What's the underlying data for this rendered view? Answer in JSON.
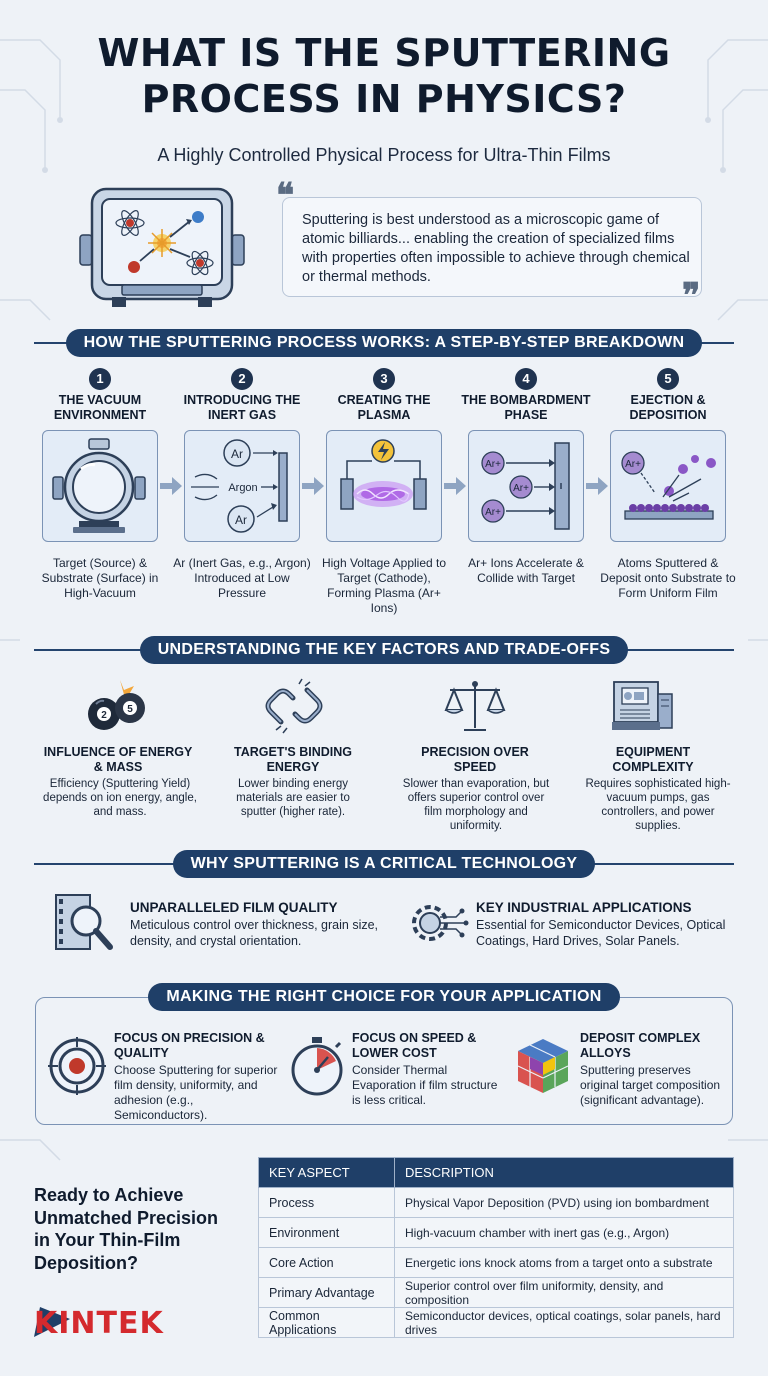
{
  "header": {
    "title_line1": "WHAT IS THE SPUTTERING",
    "title_line2": "PROCESS IN PHYSICS?",
    "subtitle": "A Highly Controlled Physical Process for Ultra-Thin Films"
  },
  "quote": {
    "text": "Sputtering is best understood as a microscopic game of atomic billiards... enabling the creation of specialized films with properties often impossible to achieve through chemical or thermal methods."
  },
  "steps_section": {
    "heading": "HOW THE SPUTTERING PROCESS WORKS: A STEP-BY-STEP BREAKDOWN",
    "steps": [
      {
        "num": "1",
        "title": "THE VACUUM ENVIRONMENT",
        "desc": "Target (Source) & Substrate (Surface) in High-Vacuum"
      },
      {
        "num": "2",
        "title": "INTRODUCING THE INERT GAS",
        "desc": "Ar (Inert Gas, e.g., Argon) Introduced at Low Pressure",
        "labels": [
          "Ar",
          "Argon",
          "Ar"
        ]
      },
      {
        "num": "3",
        "title": "CREATING THE PLASMA",
        "desc": "High Voltage Applied to Target (Cathode), Forming Plasma (Ar+ Ions)"
      },
      {
        "num": "4",
        "title": "THE BOMBARDMENT PHASE",
        "desc": "Ar+ Ions Accelerate & Collide with Target",
        "labels": [
          "Ar+",
          "Ar+",
          "Ar+"
        ]
      },
      {
        "num": "5",
        "title": "EJECTION & DEPOSITION",
        "desc": "Atoms Sputtered & Deposit onto Substrate to Form Uniform Film",
        "labels": [
          "Ar+"
        ]
      }
    ]
  },
  "factors_section": {
    "heading": "UNDERSTANDING THE KEY FACTORS AND TRADE-OFFS",
    "items": [
      {
        "title": "INFLUENCE OF ENERGY & MASS",
        "desc": "Efficiency (Sputtering Yield) depends on ion energy, angle, and mass.",
        "icon": "billiard-balls-icon",
        "ball_labels": [
          "2",
          "5"
        ]
      },
      {
        "title": "TARGET'S BINDING ENERGY",
        "desc": "Lower binding energy materials are easier to sputter (higher rate).",
        "icon": "chain-link-icon"
      },
      {
        "title": "PRECISION OVER SPEED",
        "desc": "Slower than evaporation, but offers superior control over film morphology and uniformity.",
        "icon": "scale-icon"
      },
      {
        "title": "EQUIPMENT COMPLEXITY",
        "desc": "Requires sophisticated high-vacuum pumps, gas controllers, and power supplies.",
        "icon": "equipment-icon"
      }
    ]
  },
  "critical_section": {
    "heading": "WHY SPUTTERING IS A CRITICAL TECHNOLOGY",
    "items": [
      {
        "title": "UNPARALLELED FILM QUALITY",
        "desc": "Meticulous control over thickness, grain size, density, and crystal orientation.",
        "icon": "magnifier-film-icon"
      },
      {
        "title": "KEY INDUSTRIAL APPLICATIONS",
        "desc": "Essential for Semiconductor Devices, Optical Coatings, Hard Drives, Solar Panels.",
        "icon": "gear-circuit-icon"
      }
    ]
  },
  "choice_section": {
    "heading": "MAKING THE RIGHT CHOICE FOR YOUR APPLICATION",
    "items": [
      {
        "title": "FOCUS ON PRECISION & QUALITY",
        "desc": "Choose Sputtering for superior film density, uniformity, and adhesion (e.g., Semiconductors).",
        "icon": "target-icon"
      },
      {
        "title": "FOCUS ON SPEED & LOWER COST",
        "desc": "Consider Thermal Evaporation if film structure is less critical.",
        "icon": "stopwatch-icon"
      },
      {
        "title": "DEPOSIT COMPLEX ALLOYS",
        "desc": "Sputtering preserves original target composition (significant advantage).",
        "icon": "alloy-cube-icon"
      }
    ]
  },
  "cta": {
    "text": "Ready to Achieve Unmatched Precision in Your Thin-Film Deposition?",
    "brand": "KINTEK"
  },
  "summary_table": {
    "headers": [
      "KEY ASPECT",
      "DESCRIPTION"
    ],
    "rows": [
      [
        "Process",
        "Physical Vapor Deposition (PVD) using ion bombardment"
      ],
      [
        "Environment",
        "High-vacuum chamber with inert gas (e.g., Argon)"
      ],
      [
        "Core Action",
        "Energetic ions knock atoms from a target onto a substrate"
      ],
      [
        "Primary Advantage",
        "Superior control over film uniformity, density, and composition"
      ],
      [
        "Common Applications",
        "Semiconductor devices, optical coatings, solar panels, hard drives"
      ]
    ]
  },
  "colors": {
    "navy": "#1f3f68",
    "background": "#eef2f7",
    "brand_red": "#d42a2e",
    "plasma": "#a24ce0"
  }
}
